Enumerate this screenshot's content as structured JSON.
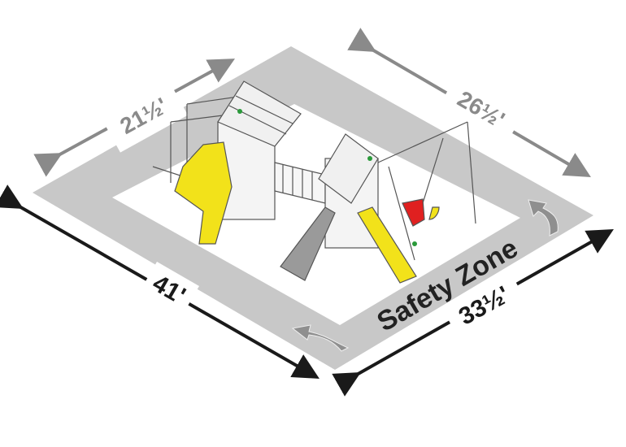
{
  "labels": {
    "top_left_dimension": "21½'",
    "top_right_dimension": "26½'",
    "bottom_left_dimension": "41'",
    "bottom_right_dimension": "33½'",
    "zone": "Safety Zone"
  },
  "colors": {
    "zone": "#c8c8c8",
    "dimension_gray": "#8a8a8a",
    "dimension_black": "#1a1a1a",
    "slide": "#f2e21a",
    "swing": "#e02020",
    "accent": "#2a9a3a"
  }
}
